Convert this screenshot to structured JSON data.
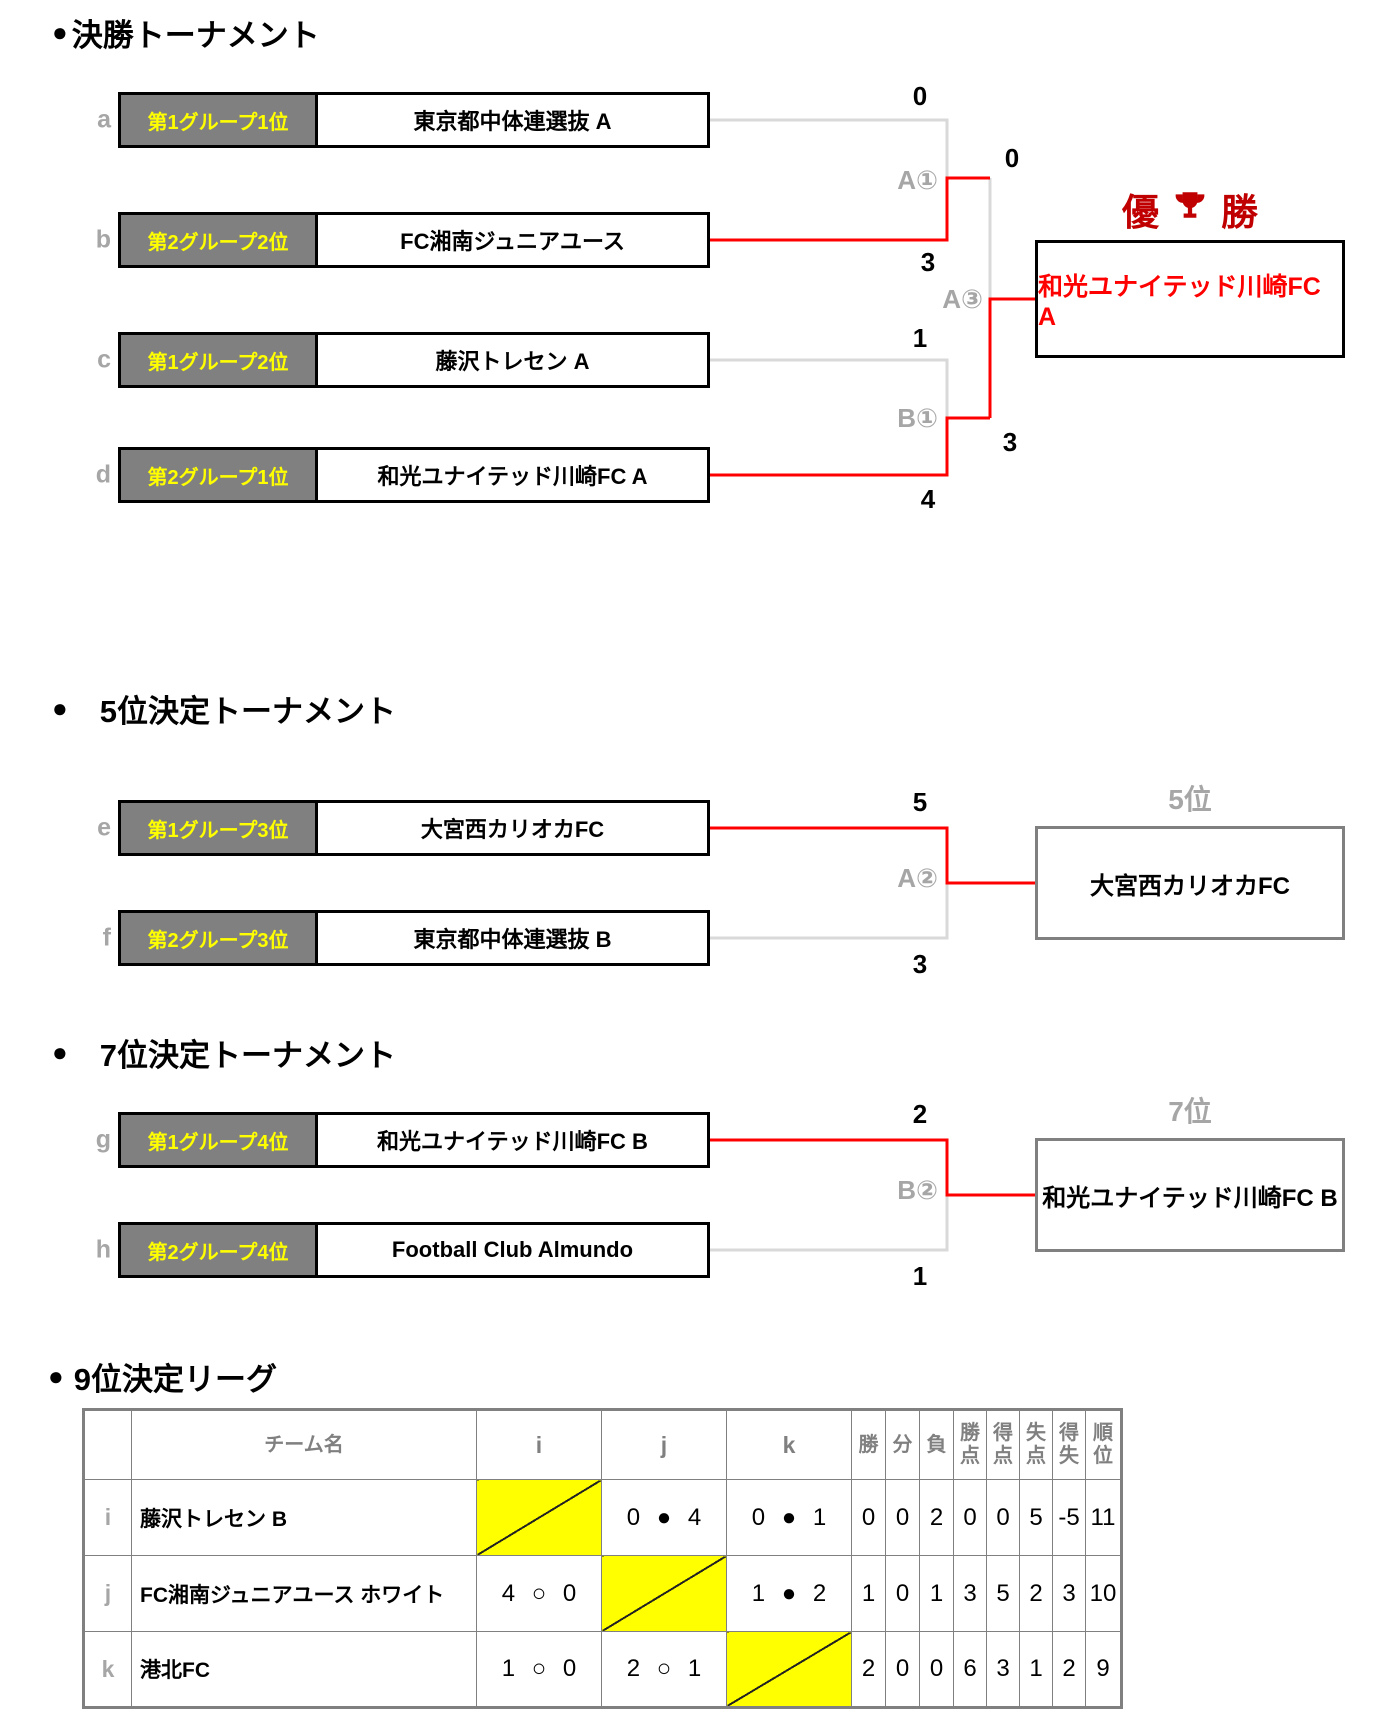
{
  "final": {
    "bullet": "●",
    "title": "決勝トーナメント",
    "teams": [
      {
        "letter": "a",
        "seed": "第1グループ1位",
        "name": "東京都中体連選抜 A",
        "score": "0"
      },
      {
        "letter": "b",
        "seed": "第2グループ2位",
        "name": "FC湘南ジュニアユース",
        "score": "3"
      },
      {
        "letter": "c",
        "seed": "第1グループ2位",
        "name": "藤沢トレセン A",
        "score": "1"
      },
      {
        "letter": "d",
        "seed": "第2グループ1位",
        "name": "和光ユナイテッド川崎FC A",
        "score": "4"
      }
    ],
    "match_a1": "A①",
    "match_b1": "B①",
    "match_a3": "A③",
    "final_top_score": "0",
    "final_bottom_score": "3",
    "champion_heading_left": "優",
    "champion_heading_right": "勝",
    "champion": "和光ユナイテッド川崎FC A"
  },
  "fifth": {
    "bullet": "●",
    "title": "5位決定トーナメント",
    "teams": [
      {
        "letter": "e",
        "seed": "第1グループ3位",
        "name": "大宮西カリオカFC",
        "score": "5"
      },
      {
        "letter": "f",
        "seed": "第2グループ3位",
        "name": "東京都中体連選抜 B",
        "score": "3"
      }
    ],
    "match_a2": "A②",
    "result_label": "5位",
    "winner": "大宮西カリオカFC"
  },
  "seventh": {
    "bullet": "●",
    "title": "7位決定トーナメント",
    "teams": [
      {
        "letter": "g",
        "seed": "第1グループ4位",
        "name": "和光ユナイテッド川崎FC B",
        "score": "2"
      },
      {
        "letter": "h",
        "seed": "第2グループ4位",
        "name": "Football Club Almundo",
        "score": "1"
      }
    ],
    "match_b2": "B②",
    "result_label": "7位",
    "winner": "和光ユナイテッド川崎FC B"
  },
  "ninth": {
    "bullet": "●",
    "title": "9位決定リーグ",
    "table": {
      "headers": {
        "team": "チーム名",
        "col_i": "i",
        "col_j": "j",
        "col_k": "k",
        "win": "勝",
        "draw": "分",
        "loss": "負",
        "points": "勝点",
        "goals_for": "得点",
        "goals_against": "失点",
        "goal_diff": "得失",
        "rank": "順位"
      },
      "rows": [
        {
          "letter": "i",
          "name": "藤沢トレセン B",
          "vs_i": "",
          "vs_j": "0 ● 4",
          "vs_k": "0 ● 1",
          "win": "0",
          "draw": "0",
          "loss": "2",
          "points": "0",
          "goals_for": "0",
          "goals_against": "5",
          "goal_diff": "-5",
          "rank": "11"
        },
        {
          "letter": "j",
          "name": "FC湘南ジュニアユース ホワイト",
          "vs_i": "4 ○ 0",
          "vs_j": "",
          "vs_k": "1 ● 2",
          "win": "1",
          "draw": "0",
          "loss": "1",
          "points": "3",
          "goals_for": "5",
          "goals_against": "2",
          "goal_diff": "3",
          "rank": "10"
        },
        {
          "letter": "k",
          "name": "港北FC",
          "vs_i": "1 ○ 0",
          "vs_j": "2 ○ 1",
          "vs_k": "",
          "win": "2",
          "draw": "0",
          "loss": "0",
          "points": "6",
          "goals_for": "3",
          "goals_against": "1",
          "goal_diff": "2",
          "rank": "9"
        }
      ]
    }
  },
  "colors": {
    "win_line": "#FF0000",
    "lose_line": "#D9D9D9",
    "seed_bg": "#808080",
    "seed_text": "#FFFF00",
    "champion_text": "#FF0000",
    "champion_heading": "#C00000",
    "diagonal_cell": "#FFFF00",
    "table_border": "#808080",
    "muted_text": "#A6A6A6"
  }
}
